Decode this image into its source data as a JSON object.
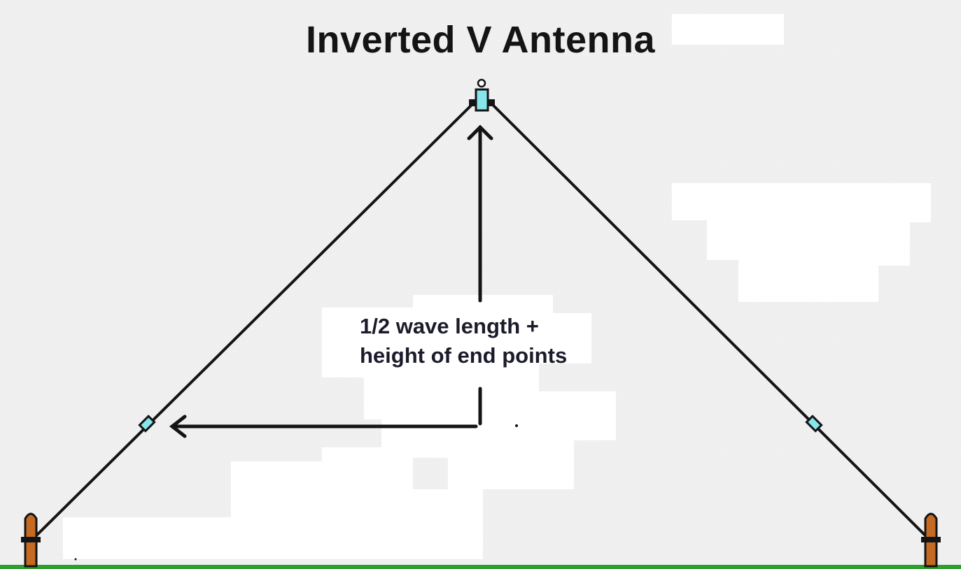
{
  "diagram": {
    "title": "Inverted V Antenna",
    "annotation": {
      "line1": "1/2 wave length +",
      "line2": "height of end points"
    }
  },
  "colors": {
    "sky": "#f3f3f3",
    "cloud": "#ffffff",
    "wire": "#141414",
    "insulator": "#86e6ec",
    "pole": "#c46a22",
    "ground": "#2e9e2e"
  },
  "icons": [
    "feedpoint-insulator-icon",
    "wire-insulator-icon",
    "support-pole-icon"
  ]
}
